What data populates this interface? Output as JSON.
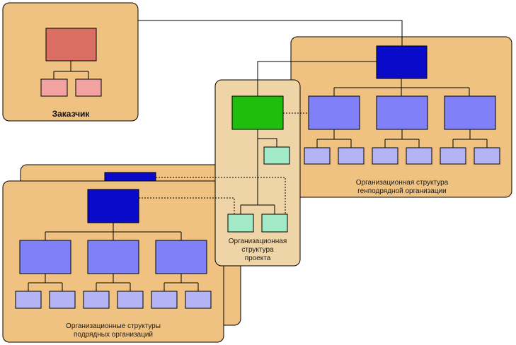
{
  "labels": {
    "customer": "Заказчик",
    "general_contractor": [
      "Организационная структура",
      "генподрядной организации"
    ],
    "project": [
      "Организационная",
      "структура",
      "проекта"
    ],
    "subcontractors": [
      "Организационные структуры",
      "подрядных организаций"
    ]
  },
  "colors": {
    "panel_fill": "#EFC281",
    "project_panel_fill": "#EED4A6",
    "customer_top": "#DA6E62",
    "customer_sub": "#F3A2A2",
    "navy": "#0A0ACB",
    "mid_blue": "#8080F8",
    "light_blue": "#B4B4F4",
    "project_green": "#1FBE0C",
    "project_mint": "#A2EAC8"
  }
}
